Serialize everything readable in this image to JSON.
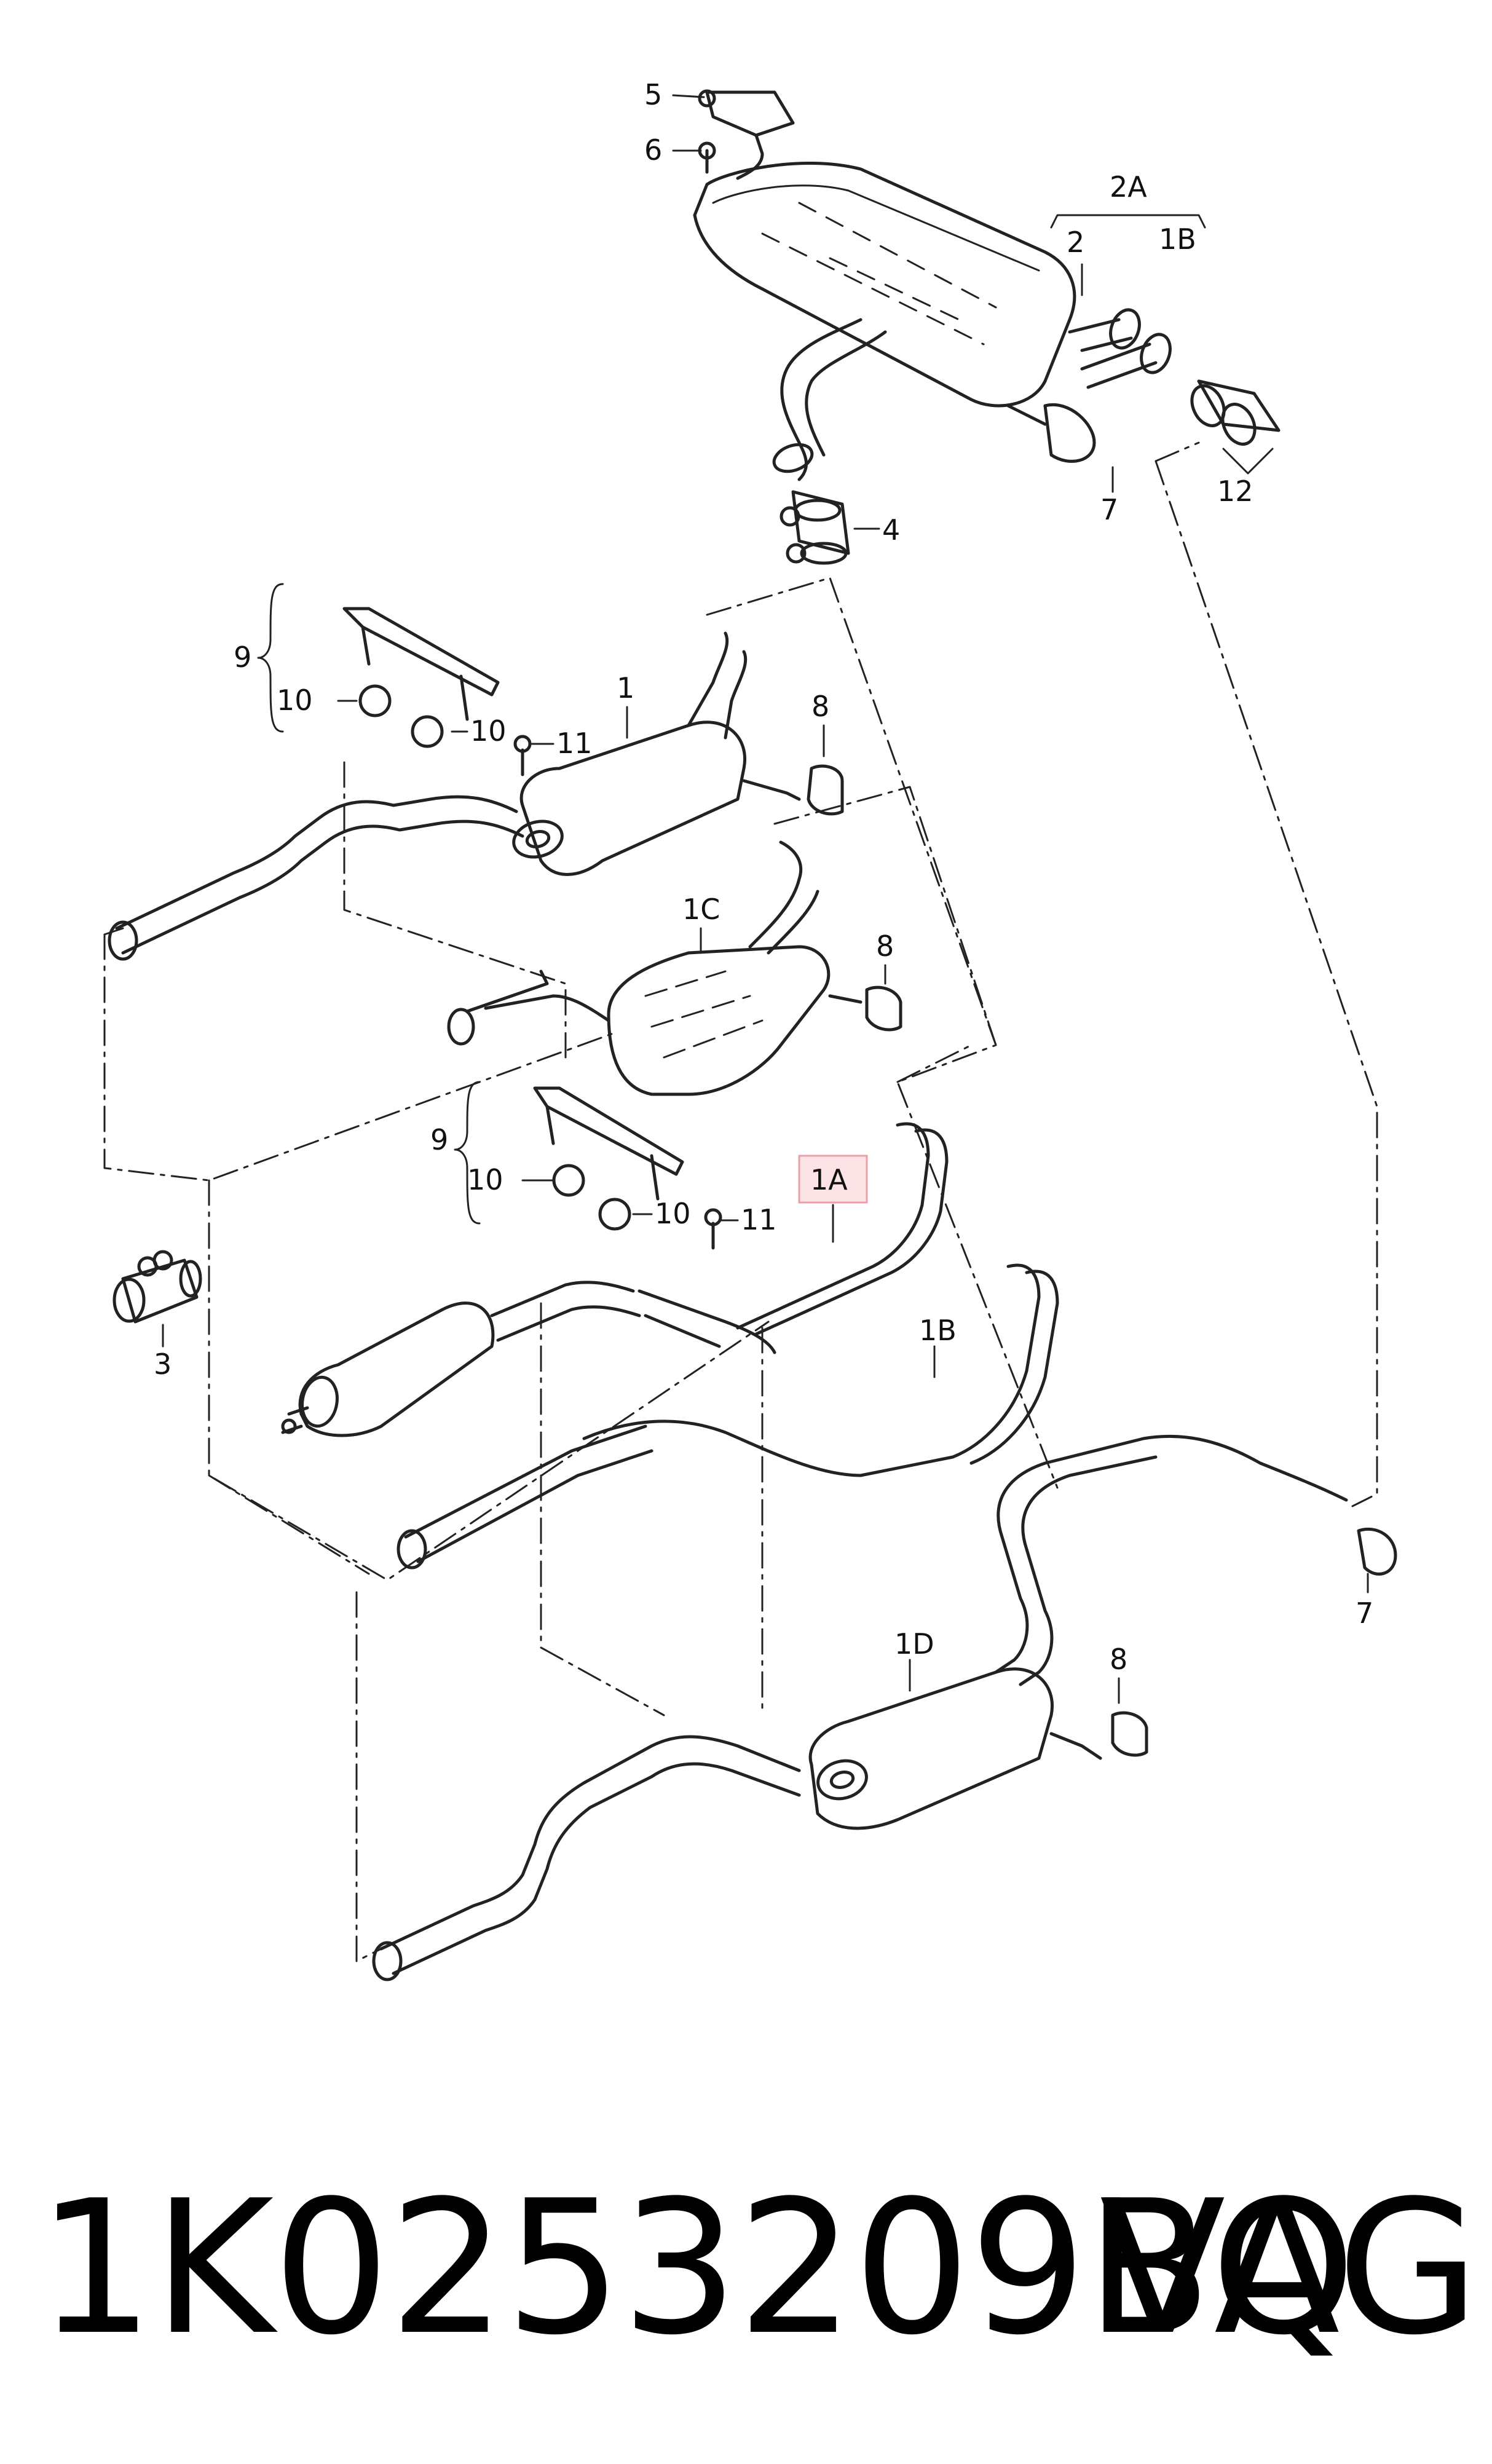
{
  "diagram": {
    "callouts": {
      "c5": "5",
      "c6": "6",
      "c2A": "2A",
      "c2": "2",
      "c1B_top": "1B",
      "c7_top": "7",
      "c12": "12",
      "c4": "4",
      "c9_top": "9",
      "c10_top_a": "10",
      "c10_top_b": "10",
      "c11_top": "11",
      "c1": "1",
      "c8_a": "8",
      "c1C": "1C",
      "c8_b": "8",
      "c9_mid": "9",
      "c10_mid_a": "10",
      "c10_mid_b": "10",
      "c11_mid": "11",
      "c1A": "1A",
      "c3": "3",
      "c1B_mid": "1B",
      "c7_mid": "7",
      "c1D": "1D",
      "c8_c": "8"
    },
    "highlight_color": "#e9a0a8",
    "line_color": "#222222"
  },
  "footer": {
    "part_number": "1K0253209BQ",
    "brand": "VAG"
  }
}
